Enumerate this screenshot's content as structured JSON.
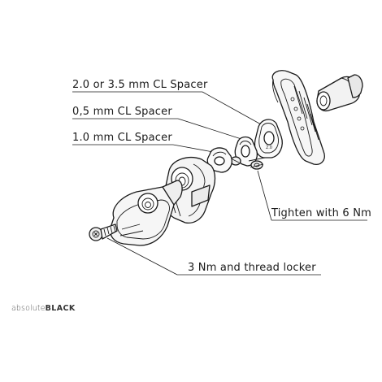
{
  "diagram": {
    "labels": {
      "spacer_large": "2.0 or 3.5 mm CL Spacer",
      "spacer_05": "0,5 mm CL Spacer",
      "spacer_10": "1.0 mm CL Spacer",
      "tighten": "Tighten with 6 Nm",
      "thread_locker": "3 Nm and thread locker"
    },
    "spacer_marking": "2.0"
  },
  "brand": {
    "part1": "absolute",
    "part2": "BLACK"
  }
}
